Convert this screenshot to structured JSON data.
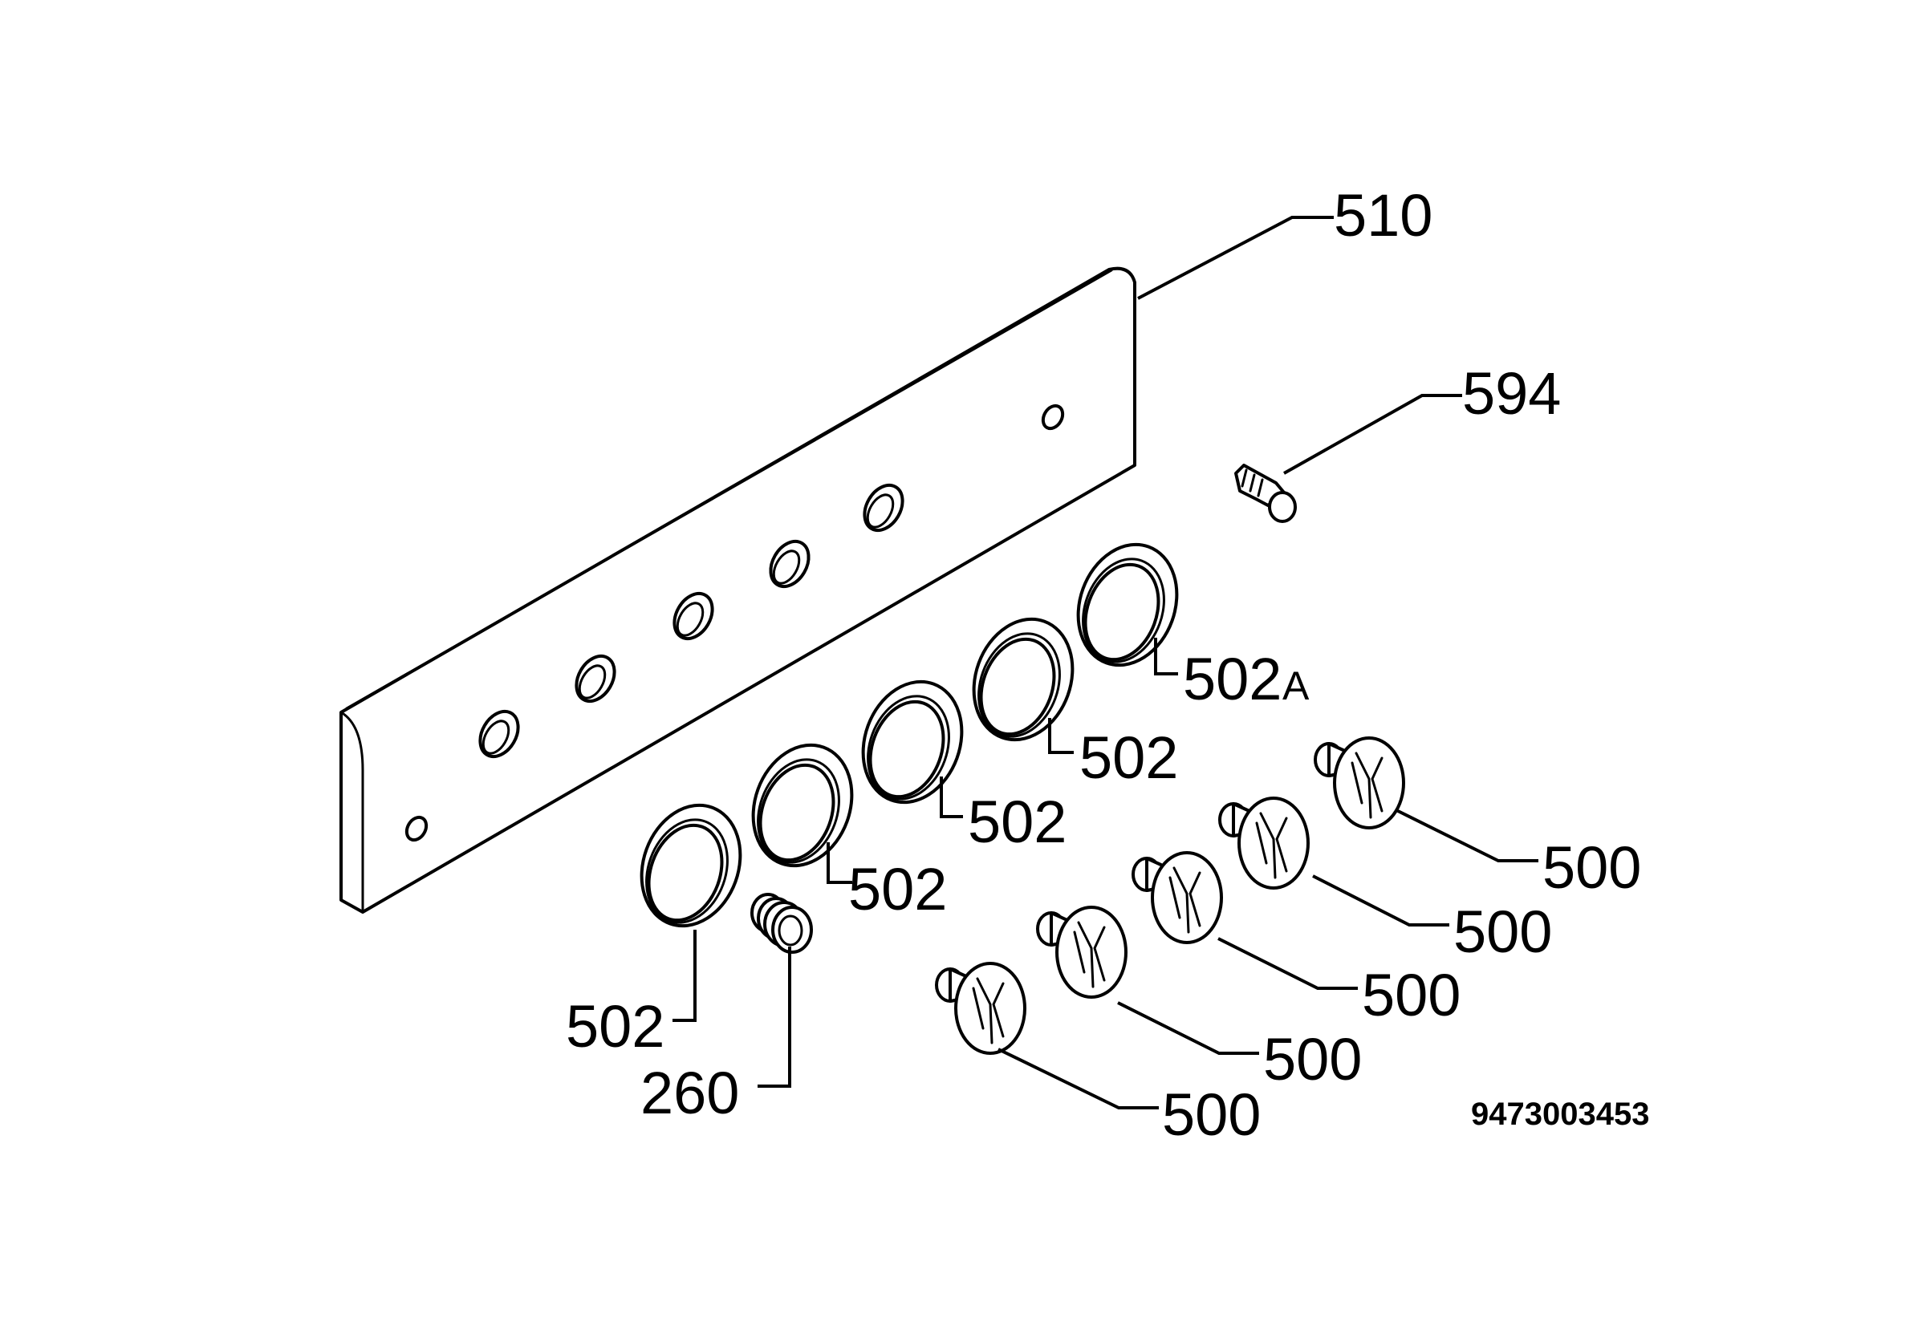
{
  "callouts": {
    "panel": "510",
    "clip": "594",
    "ring_a": "502",
    "ring_a_suffix": "A",
    "ring": "502",
    "spring": "260",
    "knob": "500"
  },
  "document_number": "9473003453"
}
